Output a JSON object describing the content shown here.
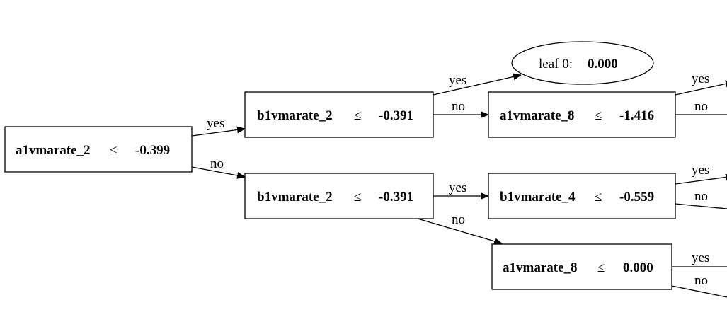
{
  "colors": {
    "stroke": "#000000",
    "background": "#ffffff"
  },
  "nodes": {
    "root": {
      "feature": "a1vmarate_2",
      "op": "≤",
      "threshold": "-0.399"
    },
    "n1": {
      "feature": "b1vmarate_2",
      "op": "≤",
      "threshold": "-0.391"
    },
    "n2": {
      "feature": "b1vmarate_2",
      "op": "≤",
      "threshold": "-0.391"
    },
    "leaf0": {
      "label": "leaf 0:",
      "value": "0.000"
    },
    "n3": {
      "feature": "a1vmarate_8",
      "op": "≤",
      "threshold": "-1.416"
    },
    "n4": {
      "feature": "b1vmarate_4",
      "op": "≤",
      "threshold": "-0.559"
    },
    "n5": {
      "feature": "a1vmarate_8",
      "op": "≤",
      "threshold": "0.000"
    }
  },
  "edges": {
    "root_n1": "yes",
    "root_n2": "no",
    "n1_leaf0": "yes",
    "n1_n3": "no",
    "n2_n4": "yes",
    "n2_n5": "no",
    "n3_out_yes": "yes",
    "n3_out_no": "no",
    "n4_out_yes": "yes",
    "n4_out_no": "no",
    "n5_out_yes": "yes",
    "n5_out_no": "no"
  }
}
